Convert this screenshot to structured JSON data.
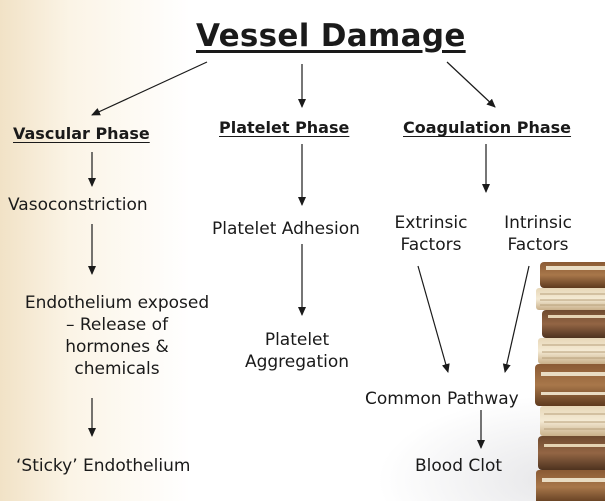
{
  "title": "Vessel Damage",
  "phases": {
    "vascular": {
      "heading": "Vascular Phase",
      "step1": "Vasoconstriction",
      "step2": [
        "Endothelium exposed",
        "– Release of",
        "hormones &",
        "chemicals"
      ],
      "step3": "‘Sticky’ Endothelium"
    },
    "platelet": {
      "heading": "Platelet Phase",
      "step1": "Platelet Adhesion",
      "step2": [
        "Platelet",
        "Aggregation"
      ]
    },
    "coagulation": {
      "heading": "Coagulation Phase",
      "extrinsic": [
        "Extrinsic",
        "Factors"
      ],
      "intrinsic": [
        "Intrinsic",
        "Factors"
      ],
      "common": "Common Pathway",
      "result": "Blood Clot"
    }
  },
  "decor": {
    "books": "book-stack-image"
  }
}
